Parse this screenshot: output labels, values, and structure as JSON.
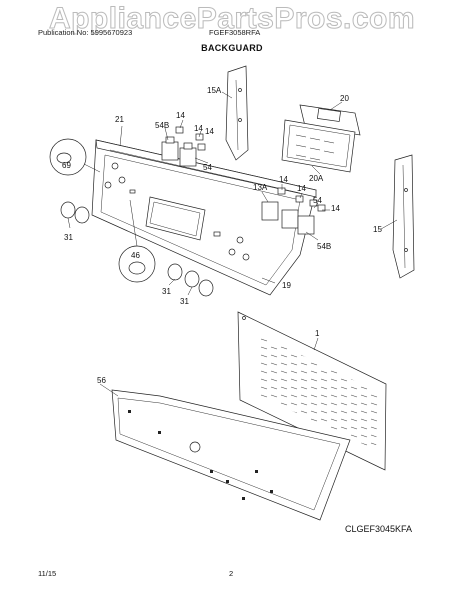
{
  "watermark": "AppliancePartsPros.com",
  "header": {
    "publication": "Publication No: 5995670923",
    "model": "FGEF3058RFA"
  },
  "section_title": "BACKGUARD",
  "callouts": {
    "p21": "21",
    "p69": "69",
    "p31a": "31",
    "p46": "46",
    "p31b": "31",
    "p31c": "31",
    "p19": "19",
    "p14a": "14",
    "p54Ba": "54B",
    "p14b": "14",
    "p14c": "14",
    "p54a": "54",
    "p15A": "15A",
    "p20": "20",
    "p20A": "20A",
    "p13A": "13A",
    "p14d": "14",
    "p14e": "14",
    "p54b": "54",
    "p14f": "14",
    "p54Bb": "54B",
    "p15": "15",
    "p1": "1",
    "p56": "56"
  },
  "diagram_code": "CLGEF3045KFA",
  "footer": {
    "date": "11/15",
    "page": "2"
  }
}
